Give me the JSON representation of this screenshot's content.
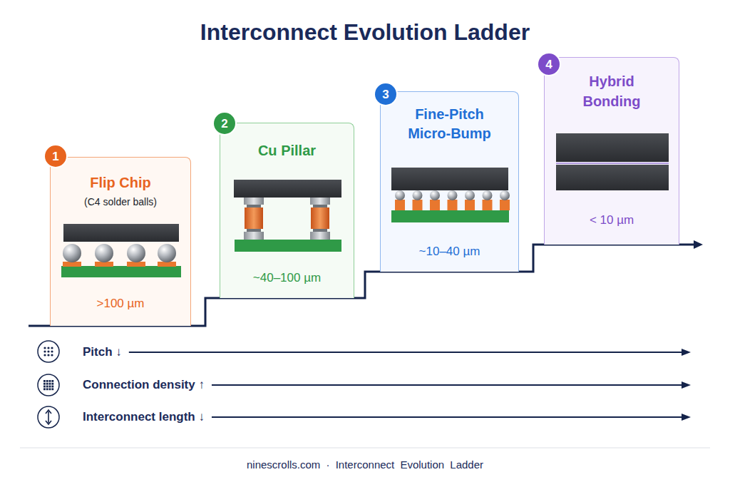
{
  "diagram": {
    "title": "Interconnect Evolution Ladder",
    "caption": "ninescrolls.com · Interconnect Evolution Ladder",
    "nodes": [
      {
        "text": [
          "Flip Chip",
          "(C4 solder balls)",
          ">100 µm"
        ]
      },
      {
        "text": [
          "1"
        ],
        "in": 0
      },
      {
        "text": [
          "Cu Pillar",
          "~40–100 µm"
        ]
      },
      {
        "text": [
          "2"
        ],
        "in": 2
      },
      {
        "text": [
          "Fine-Pitch Micro-Bump",
          "~10–40 µm"
        ]
      },
      {
        "text": [
          "3"
        ],
        "in": 4
      },
      {
        "text": [
          "Hybrid Bonding",
          "< 10 µm"
        ]
      },
      {
        "text": [
          "4"
        ],
        "in": 6
      }
    ],
    "labels": [
      "Pitch ↓",
      "Connection density ↑",
      "Interconnect length ↓"
    ]
  }
}
